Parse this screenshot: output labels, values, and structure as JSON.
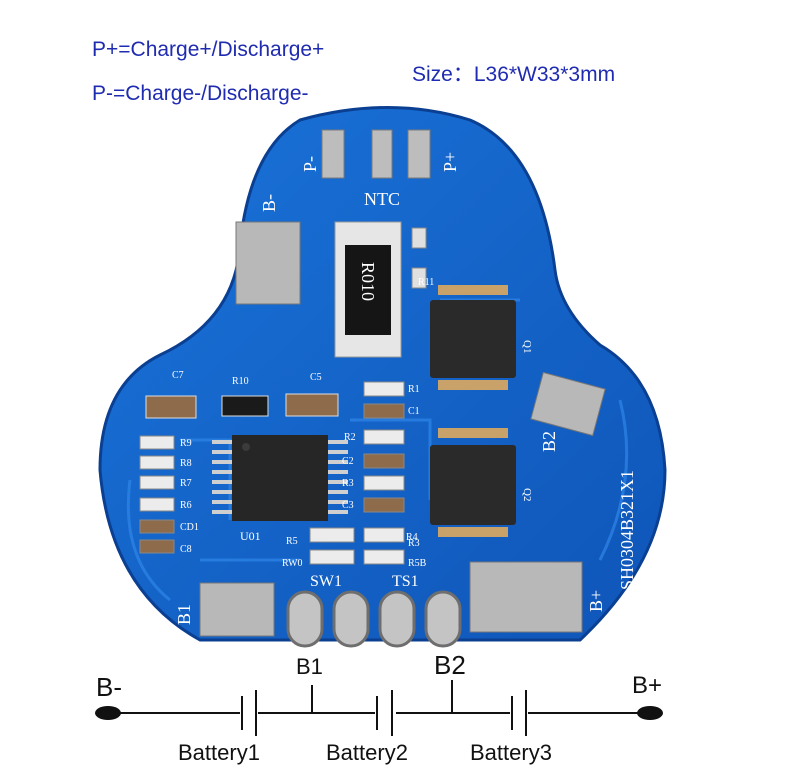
{
  "header": {
    "p_plus": "P+=Charge+/Discharge+",
    "p_minus": "P-=Charge-/Discharge-",
    "size": "Size：L36*W33*3mm"
  },
  "board": {
    "pad_labels": {
      "b_minus": "B-",
      "p_minus": "P-",
      "ntc": "NTC",
      "p_plus": "P+",
      "b1": "B1",
      "b2": "B2",
      "b_plus": "B+"
    },
    "resistor_marking": "R010",
    "model": "SH0304B321X1",
    "ic_label": "U01",
    "mosfet_labels": [
      "Q1",
      "Q2"
    ],
    "component_labels": [
      "C7",
      "R10",
      "C5",
      "R1",
      "C1",
      "R9",
      "R8",
      "R7",
      "R6",
      "CD1",
      "C8",
      "R2",
      "C2",
      "R3",
      "C3",
      "R5",
      "RW0",
      "R4",
      "R3",
      "R5B",
      "R11"
    ],
    "solder_labels": [
      "SW1",
      "TS1"
    ],
    "colors": {
      "pcb": "#1565c8",
      "pcb_edge": "#0d47a1",
      "pad": "#b8b8b8",
      "chip": "#2a2a2a"
    }
  },
  "wiring": {
    "terminals": [
      "B-",
      "B+"
    ],
    "nodes": [
      "B1",
      "B2"
    ],
    "batteries": [
      "Battery1",
      "Battery2",
      "Battery3"
    ]
  }
}
